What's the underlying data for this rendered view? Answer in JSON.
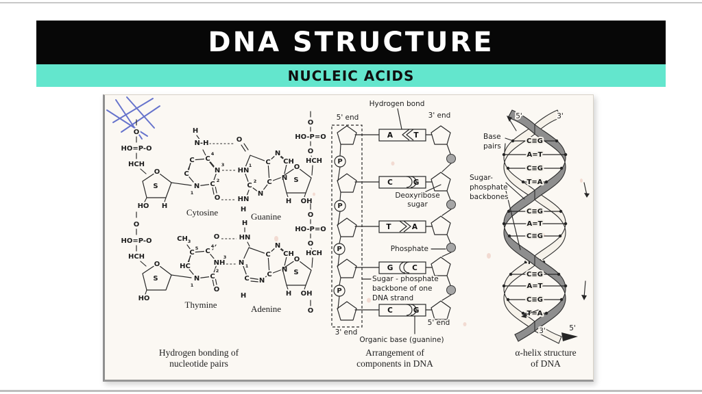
{
  "header": {
    "title": "DNA STRUCTURE",
    "subtitle": "NUCLEIC ACIDS"
  },
  "captions": {
    "left": [
      "Hydrogen bonding of",
      "nucleotide pairs"
    ],
    "middle": [
      "Arrangement of",
      "components in DNA"
    ],
    "right": [
      "α-helix structure",
      "of DNA"
    ]
  },
  "chem": {
    "phos_left": {
      "o": "O",
      "grp": "HO=P-O",
      "hch": "HCH"
    },
    "phos_right": {
      "o": "O",
      "grp": "HO-P=O",
      "hch": "HCH"
    },
    "sugar": {
      "o": "O",
      "s": "S",
      "ho": "HO",
      "h": "H",
      "oh": "OH"
    },
    "cytosine": {
      "name": "Cytosine",
      "h": "H",
      "amine": "N-H",
      "c": "C",
      "n": "N",
      "o": "O",
      "d1": "1",
      "d2": "2",
      "d3": "3",
      "d4": "4"
    },
    "guanine": {
      "name": "Guanine",
      "o": "O",
      "hn": "HN",
      "h": "H",
      "c": "C",
      "n": "N",
      "ch": "CH",
      "d1": "1",
      "d2": "2"
    },
    "thymine": {
      "name": "Thymine",
      "ch": "CH",
      "hc": "HC",
      "nh": "NH",
      "c": "C",
      "n": "N",
      "o": "O",
      "d1": "1",
      "d2": "2",
      "d3": "3",
      "d4": "4",
      "d5": "5"
    },
    "adenine": {
      "name": "Adenine",
      "h": "H",
      "hn": "HN",
      "c": "C",
      "n": "N",
      "ch": "CH",
      "d1": "1"
    }
  },
  "middle": {
    "hydrogen_bond": "Hydrogen bond",
    "end5_top": "5' end",
    "end3_top": "3' end",
    "end3_bottom": "3' end",
    "end5_bottom": "5' end",
    "deoxyribose": [
      "Deoxyribose",
      "sugar"
    ],
    "phosphate": "Phosphate",
    "backbone": [
      "Sugar - phosphate",
      "backbone of one",
      "DNA strand"
    ],
    "organic_base": "Organic base (guanine)",
    "p": "P",
    "pairs": [
      [
        "A",
        "T"
      ],
      [
        "C",
        "G"
      ],
      [
        "T",
        "A"
      ],
      [
        "G",
        "C"
      ],
      [
        "C",
        "G"
      ]
    ]
  },
  "helix": {
    "end5_top": "5'",
    "end3_top": "3'",
    "end3_bottom": "3'",
    "end5_bottom": "5'",
    "base_pairs": [
      "Base",
      "pairs"
    ],
    "backbones": [
      "Sugar-",
      "phosphate",
      "backbones"
    ],
    "rungs": [
      "C≡G",
      "A=T",
      "C≡G",
      "T=A",
      "C≡G",
      "A=T",
      "C≡G",
      "T=A",
      "C≡G",
      "A=T",
      "C≡G",
      "T=A"
    ]
  }
}
